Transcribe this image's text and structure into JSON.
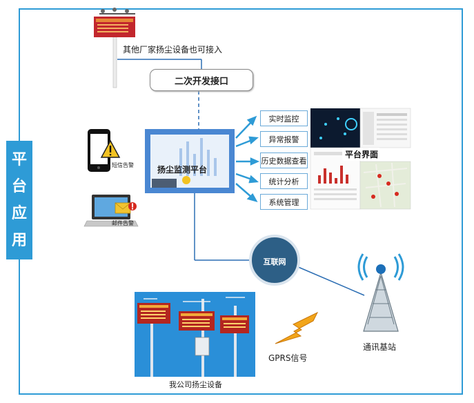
{
  "side_label": {
    "chars": [
      "平",
      "台",
      "应",
      "用"
    ]
  },
  "third_party": {
    "caption": "其他厂家扬尘设备也可接入"
  },
  "api": {
    "label": "二次开发接口"
  },
  "platform": {
    "title": "扬尘监测平台"
  },
  "functions": [
    "实时监控",
    "异常报警",
    "历史数据查看",
    "统计分析",
    "系统管理"
  ],
  "ui_caption": "平台界面",
  "alerts": {
    "sms": "短信告警",
    "email": "邮件告警"
  },
  "network": {
    "internet": "互联网",
    "gprs": "GPRS信号",
    "base_station": "通讯基站"
  },
  "devices": {
    "caption": "我公司扬尘设备"
  },
  "colors": {
    "accent": "#2e9bd6",
    "platform_blue": "#4a87d2",
    "internet": "#2d5f86",
    "alert_red": "#d62a20"
  }
}
